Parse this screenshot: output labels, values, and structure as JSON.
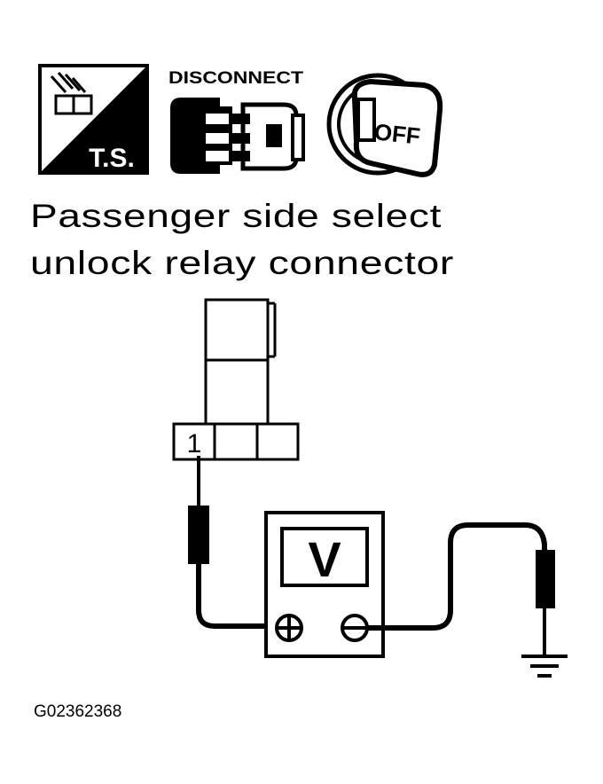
{
  "icons": {
    "ts": {
      "label": "T.S.",
      "icon": "ts-connector-icon"
    },
    "disconnect": {
      "label": "DISCONNECT",
      "icon": "disconnect-connector-icon"
    },
    "ignition": {
      "label": "OFF",
      "icon": "ignition-key-off-icon"
    }
  },
  "title": {
    "line1": "Passenger side select",
    "line2": "unlock relay connector"
  },
  "connector": {
    "terminal_label": "1"
  },
  "meter": {
    "symbol": "V",
    "positive_icon": "plus-terminal-icon",
    "negative_icon": "minus-terminal-icon"
  },
  "ground": {
    "icon": "ground-symbol-icon"
  },
  "figure_code": "G02362368",
  "colors": {
    "ink": "#000000",
    "paper": "#ffffff"
  }
}
